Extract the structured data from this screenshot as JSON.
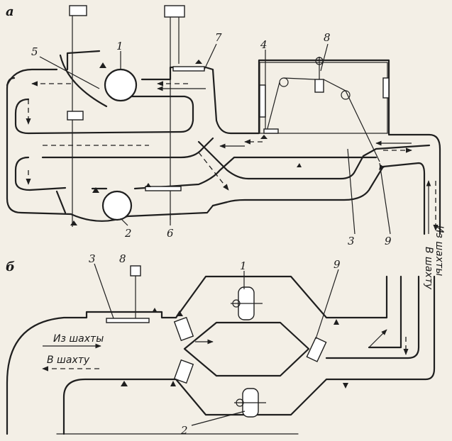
{
  "panels": {
    "a": "а",
    "b": "б"
  },
  "labels": {
    "n1": "1",
    "n2": "2",
    "n3": "3",
    "n4": "4",
    "n5": "5",
    "n6": "6",
    "n7": "7",
    "n8": "8",
    "n9": "9"
  },
  "flow_text": {
    "to_shaft": "В шахту",
    "from_shaft": "Из шахты"
  },
  "colors": {
    "ink": "#1f1f1f",
    "paper": "#f3efe6"
  }
}
